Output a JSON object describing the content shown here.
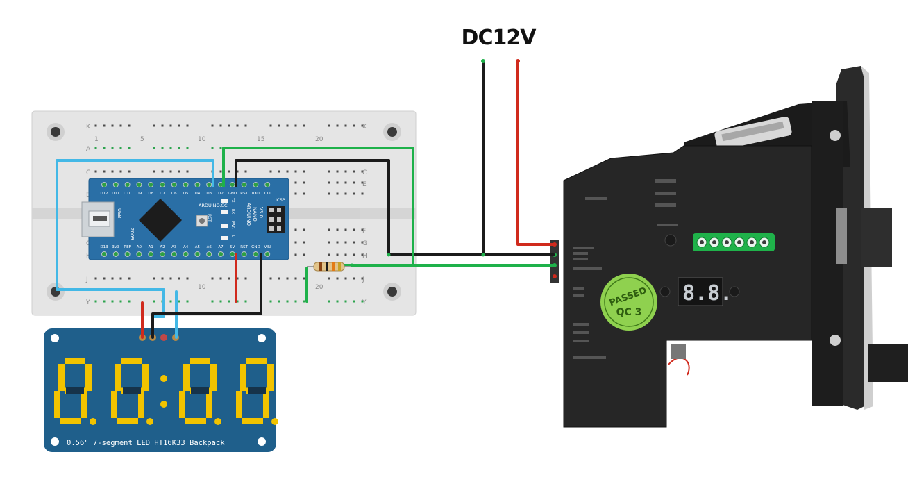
{
  "power": {
    "label": "DC12V"
  },
  "breadboard": {
    "rows": [
      "K",
      "A",
      "C",
      "E",
      "F",
      "G",
      "H",
      "J",
      "Y"
    ],
    "columns": [
      "1",
      "5",
      "10",
      "15",
      "20"
    ]
  },
  "arduino": {
    "top_pins": [
      "D12",
      "D11",
      "D10",
      "D9",
      "D8",
      "D7",
      "D6",
      "D5",
      "D4",
      "D3",
      "D2",
      "GND",
      "RST",
      "RX0",
      "TX1"
    ],
    "bottom_pins": [
      "D13",
      "3V3",
      "REF",
      "A0",
      "A1",
      "A2",
      "A3",
      "A4",
      "A5",
      "A6",
      "A7",
      "5V",
      "RST",
      "GND",
      "VIN"
    ],
    "brand": "ARDUINO.CC",
    "name_lines": [
      "ARDUINO",
      "NANO",
      "V3.0"
    ],
    "usb_label": "USB",
    "year": "2009",
    "rst_label": "RST",
    "icsp_label": "ICSP",
    "led_labels": [
      "TX",
      "RX",
      "PWR",
      "L"
    ]
  },
  "display": {
    "digits": [
      "8.",
      "8.",
      "8.",
      "8."
    ],
    "colon": ":",
    "label": "0.56\" 7-segment LED HT16K33 Backpack",
    "accent": "#f2c300",
    "board_color": "#1f5f8b"
  },
  "coin_acceptor": {
    "sticker_line1": "PASSED",
    "sticker_line2": "QC 3",
    "display_digits": "8.8.",
    "sticker_color": "#8fd14f"
  },
  "wires": {
    "red": "#d02a1d",
    "black": "#1b1b1b",
    "green": "#1eb14a",
    "blue": "#43b8e6"
  }
}
